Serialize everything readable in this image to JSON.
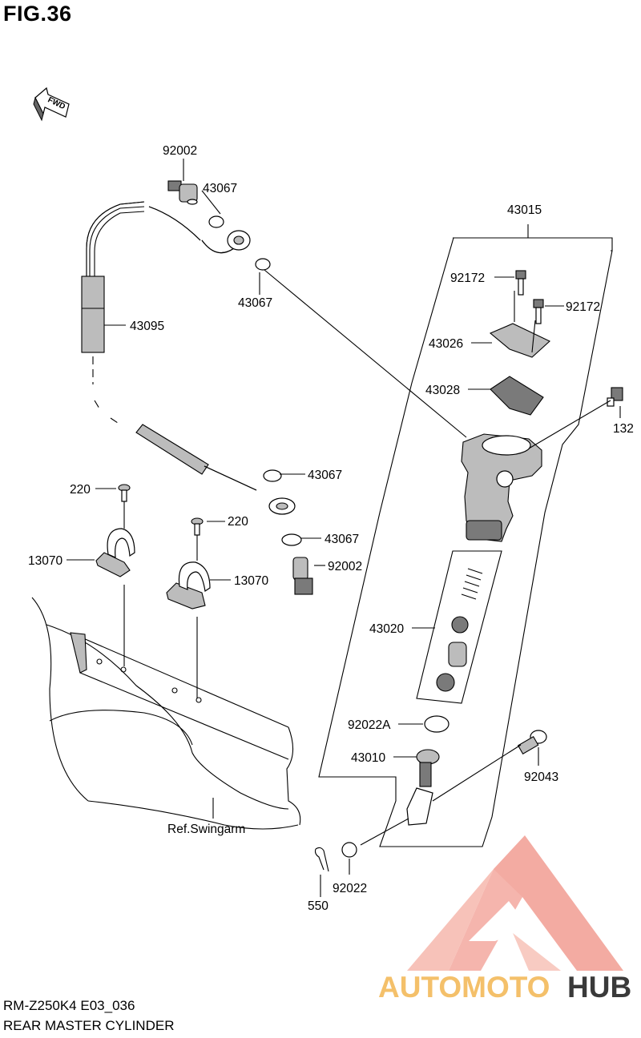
{
  "figure": {
    "title": "FIG.36",
    "model_code": "RM-Z250K4 E03_036",
    "section_name": "REAR MASTER CYLINDER",
    "fwd_label": "FWD",
    "ref_label": "Ref.Swingarm"
  },
  "parts": [
    {
      "id": "p-92002-top",
      "number": "92002"
    },
    {
      "id": "p-43067-a",
      "number": "43067"
    },
    {
      "id": "p-43067-b",
      "number": "43067"
    },
    {
      "id": "p-43095",
      "number": "43095"
    },
    {
      "id": "p-43067-c",
      "number": "43067"
    },
    {
      "id": "p-220-a",
      "number": "220"
    },
    {
      "id": "p-220-b",
      "number": "220"
    },
    {
      "id": "p-43067-d",
      "number": "43067"
    },
    {
      "id": "p-13070-a",
      "number": "13070"
    },
    {
      "id": "p-13070-b",
      "number": "13070"
    },
    {
      "id": "p-92002-bottom",
      "number": "92002"
    },
    {
      "id": "p-43015",
      "number": "43015"
    },
    {
      "id": "p-92172-a",
      "number": "92172"
    },
    {
      "id": "p-92172-b",
      "number": "92172"
    },
    {
      "id": "p-43026",
      "number": "43026"
    },
    {
      "id": "p-43028",
      "number": "43028"
    },
    {
      "id": "p-132",
      "number": "132"
    },
    {
      "id": "p-43020",
      "number": "43020"
    },
    {
      "id": "p-92022a",
      "number": "92022A"
    },
    {
      "id": "p-43010",
      "number": "43010"
    },
    {
      "id": "p-92043",
      "number": "92043"
    },
    {
      "id": "p-92022",
      "number": "92022"
    },
    {
      "id": "p-550",
      "number": "550"
    }
  ],
  "watermark": {
    "text_part1": "AUTOMOTO",
    "text_part2": "HUB",
    "color_primary": "#f3a49a",
    "color_secondary": "#f4c06a",
    "color_dark": "#3a3a3a"
  }
}
